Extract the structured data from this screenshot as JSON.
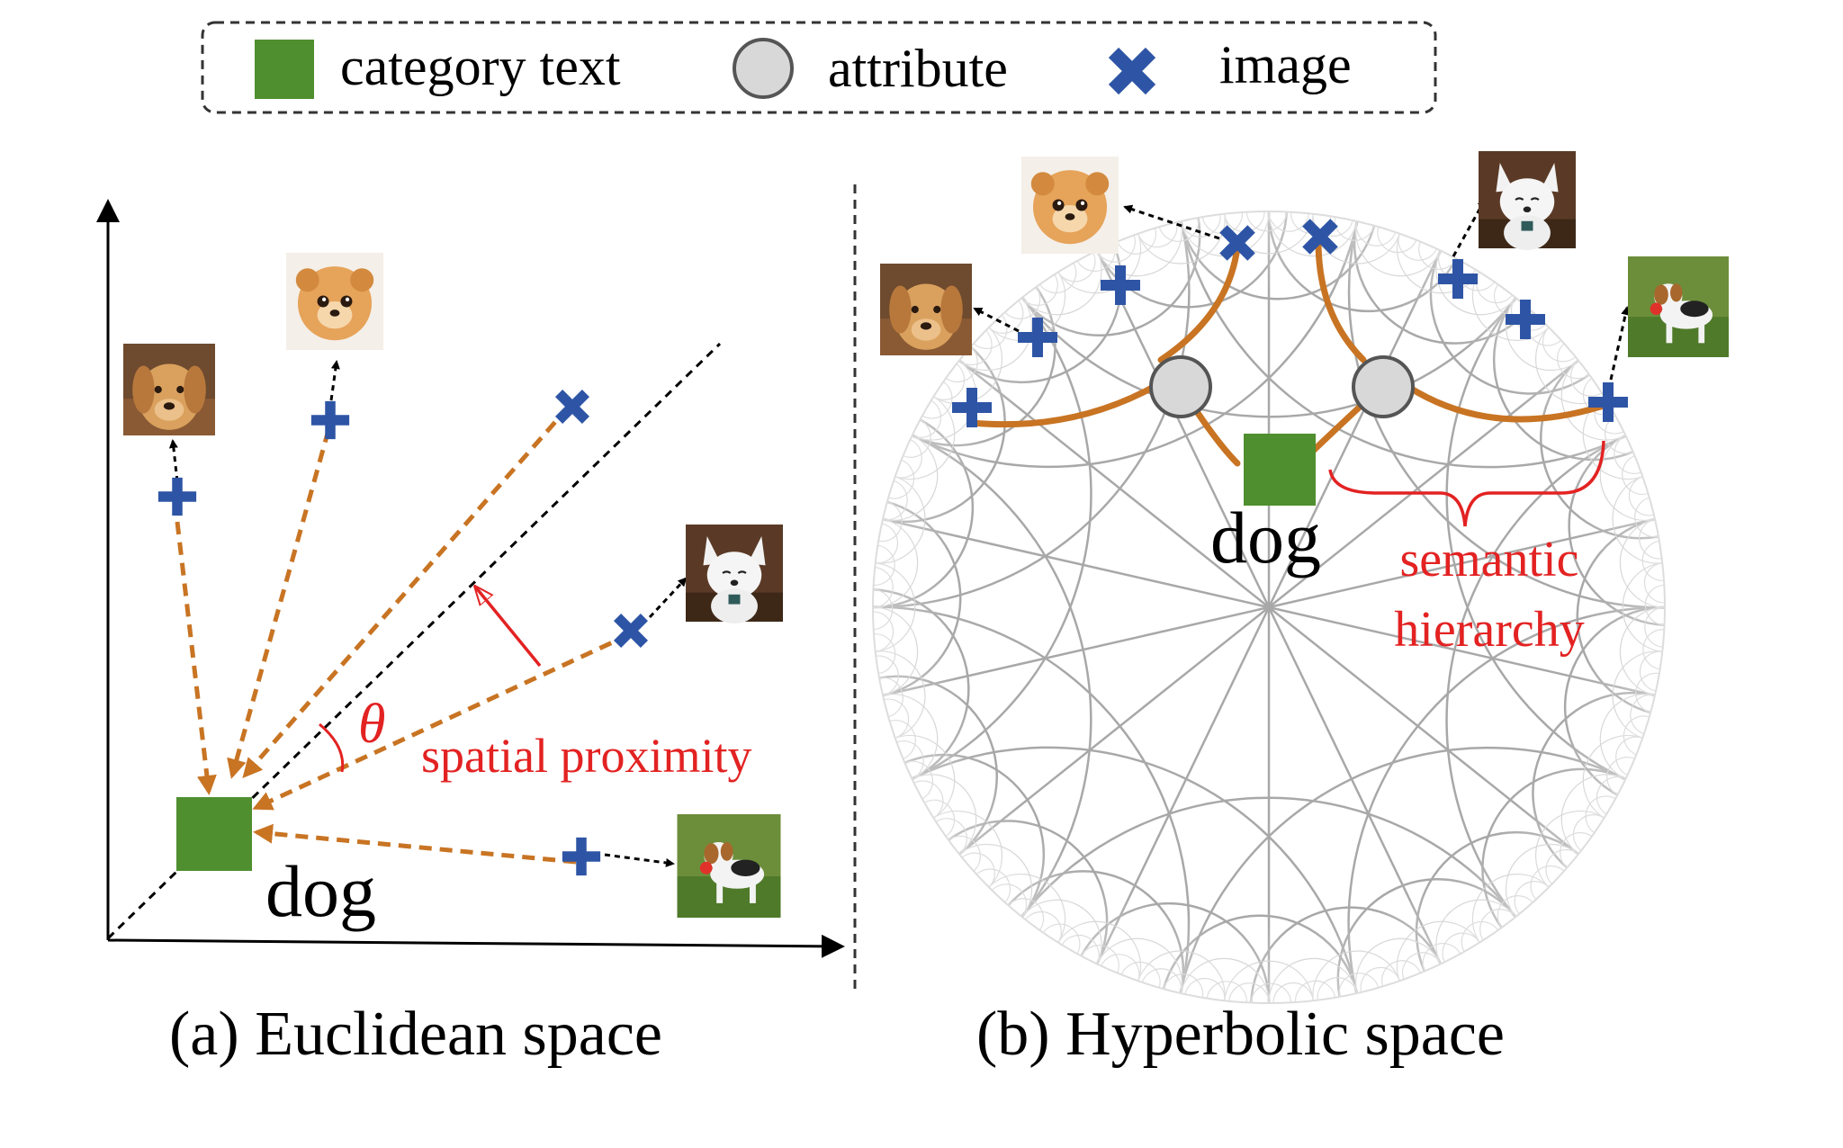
{
  "legend": {
    "items": [
      {
        "label": "category text",
        "marker": "square",
        "color": "#4f8f2f"
      },
      {
        "label": "attribute",
        "marker": "circle",
        "color": "#d8d8d8"
      },
      {
        "label": "image",
        "marker": "cross",
        "color": "#2e55a5"
      }
    ]
  },
  "panel_a": {
    "caption": "(a) Euclidean space",
    "node_label": "dog",
    "angle_label": "θ",
    "annotation": "spatial proximity"
  },
  "panel_b": {
    "caption": "(b) Hyperbolic space",
    "node_label": "dog",
    "annotation_line1": "semantic",
    "annotation_line2": "hierarchy"
  },
  "colors": {
    "category": "#4f8f2f",
    "image_marker": "#2e55a5",
    "edge": "#c87423",
    "annotation": "#e32222",
    "attribute_fill": "#d8d8d8"
  },
  "icons": [
    "golden-retriever-photo",
    "pomeranian-photo",
    "chihuahua-photo",
    "beagle-photo"
  ]
}
